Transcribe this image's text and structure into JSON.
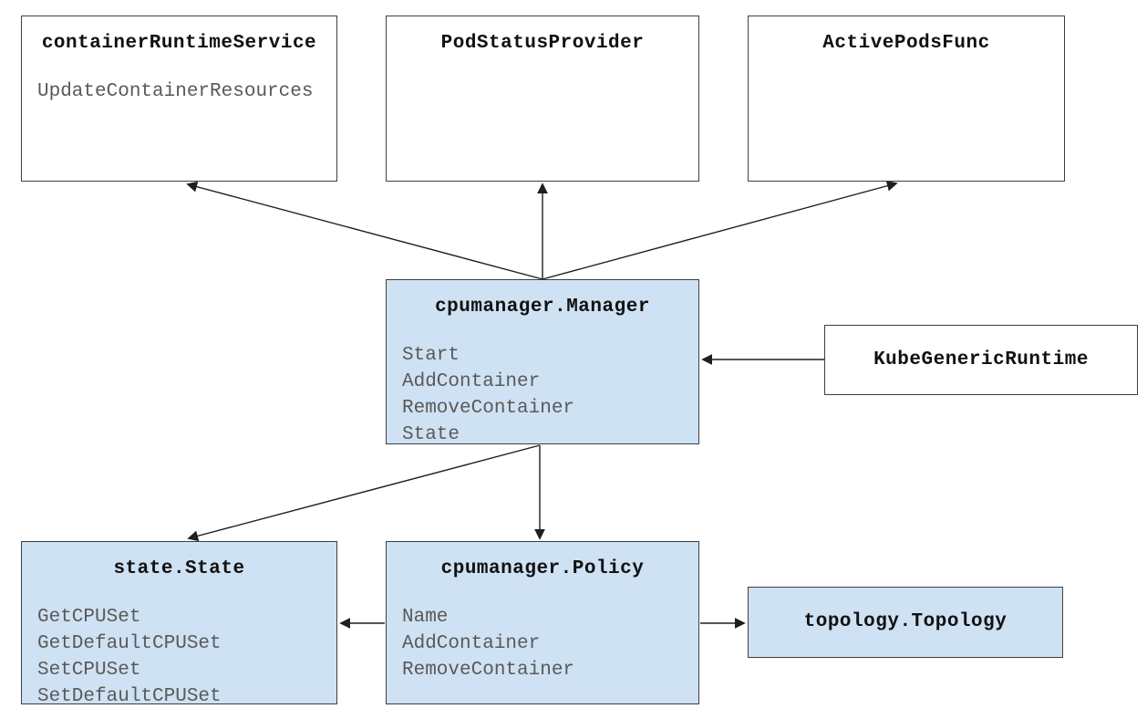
{
  "diagram": {
    "nodes": {
      "container_runtime_service": {
        "title": "containerRuntimeService",
        "methods": [
          "UpdateContainerResources"
        ]
      },
      "pod_status_provider": {
        "title": "PodStatusProvider",
        "methods": []
      },
      "active_pods_func": {
        "title": "ActivePodsFunc",
        "methods": []
      },
      "cpumanager_manager": {
        "title": "cpumanager.Manager",
        "methods": [
          "Start",
          "AddContainer",
          "RemoveContainer",
          "State"
        ]
      },
      "kube_generic_runtime": {
        "title": "KubeGenericRuntime",
        "methods": []
      },
      "state_state": {
        "title": "state.State",
        "methods": [
          "GetCPUSet",
          "GetDefaultCPUSet",
          "SetCPUSet",
          "SetDefaultCPUSet"
        ]
      },
      "cpumanager_policy": {
        "title": "cpumanager.Policy",
        "methods": [
          "Name",
          "AddContainer",
          "RemoveContainer"
        ]
      },
      "topology_topology": {
        "title": "topology.Topology",
        "methods": []
      }
    },
    "edges": [
      {
        "from": "cpumanager.Manager",
        "to": "containerRuntimeService"
      },
      {
        "from": "cpumanager.Manager",
        "to": "PodStatusProvider"
      },
      {
        "from": "cpumanager.Manager",
        "to": "ActivePodsFunc"
      },
      {
        "from": "KubeGenericRuntime",
        "to": "cpumanager.Manager"
      },
      {
        "from": "cpumanager.Manager",
        "to": "state.State"
      },
      {
        "from": "cpumanager.Manager",
        "to": "cpumanager.Policy"
      },
      {
        "from": "cpumanager.Policy",
        "to": "state.State"
      },
      {
        "from": "cpumanager.Policy",
        "to": "topology.Topology"
      }
    ],
    "colors": {
      "accent_fill": "#cfe2f3",
      "plain_fill": "#ffffff",
      "border": "#3f3f3f",
      "title_text": "#111111",
      "method_text": "#595959",
      "arrow": "#1f1f1f"
    }
  }
}
